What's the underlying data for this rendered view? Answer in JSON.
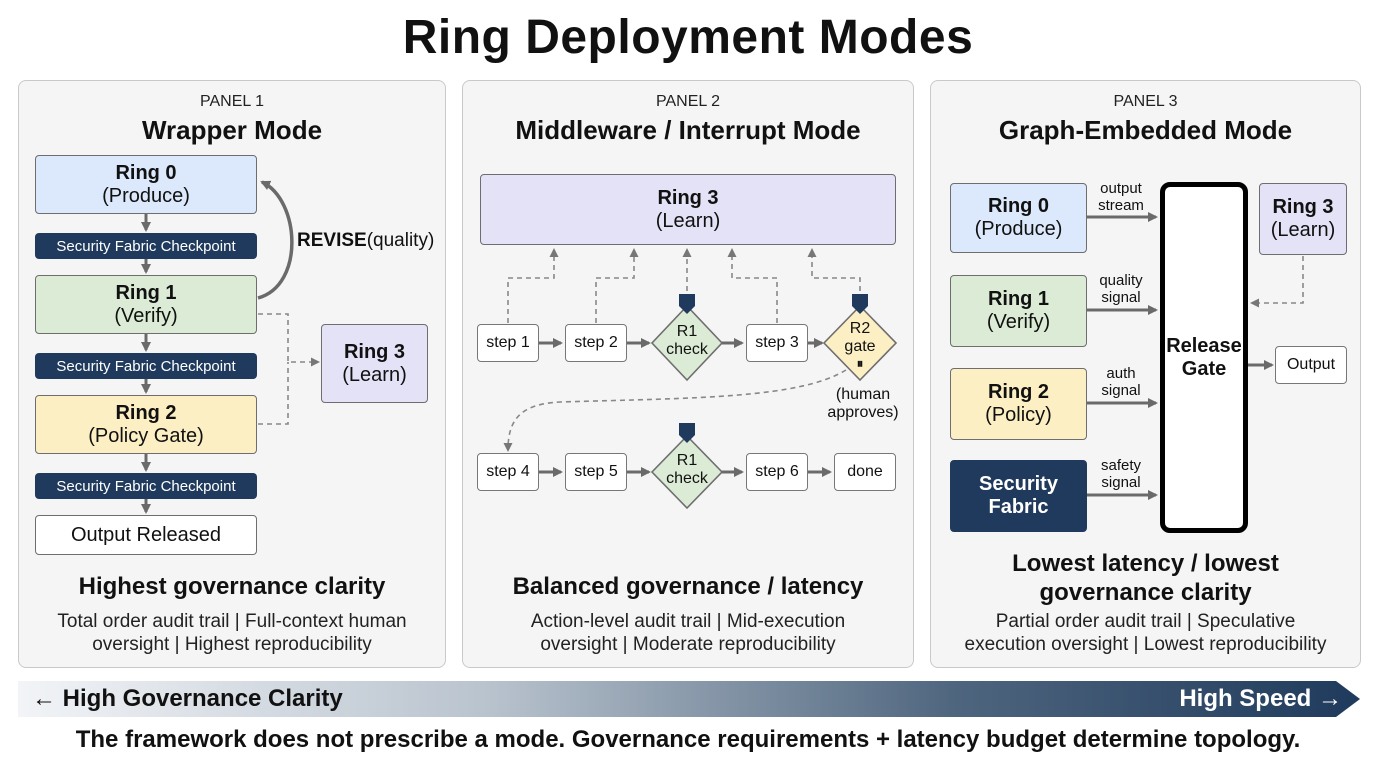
{
  "title": "Ring Deployment Modes",
  "panel1": {
    "number": "PANEL 1",
    "title": "Wrapper Mode",
    "ring0": {
      "name": "Ring 0",
      "role": "(Produce)"
    },
    "ring1": {
      "name": "Ring 1",
      "role": "(Verify)"
    },
    "ring2": {
      "name": "Ring 2",
      "role": "(Policy Gate)"
    },
    "ring3": {
      "name": "Ring 3",
      "role": "(Learn)"
    },
    "checkpoint": "Security Fabric Checkpoint",
    "output": "Output Released",
    "revise": {
      "bold": "REVISE",
      "rest": "(quality)"
    },
    "summary": "Highest governance clarity",
    "detail_line1": "Total order audit trail | Full-context human",
    "detail_line2": "oversight | Highest reproducibility"
  },
  "panel2": {
    "number": "PANEL 2",
    "title": "Middleware / Interrupt Mode",
    "ring3": {
      "name": "Ring 3",
      "role": "(Learn)"
    },
    "steps": {
      "s1": "step 1",
      "s2": "step 2",
      "s3": "step 3",
      "s4": "step 4",
      "s5": "step 5",
      "s6": "step 6",
      "done": "done"
    },
    "r1check": {
      "line1": "R1",
      "line2": "check"
    },
    "r2gate": {
      "line1": "R2",
      "line2": "gate",
      "pause": "⏸"
    },
    "human_note": {
      "line1": "(human",
      "line2": "approves)"
    },
    "summary": "Balanced governance / latency",
    "detail_line1": "Action-level audit trail | Mid-execution",
    "detail_line2": "oversight | Moderate reproducibility"
  },
  "panel3": {
    "number": "PANEL 3",
    "title": "Graph-Embedded Mode",
    "ring0": {
      "name": "Ring 0",
      "role": "(Produce)"
    },
    "ring1": {
      "name": "Ring 1",
      "role": "(Verify)"
    },
    "ring2": {
      "name": "Ring 2",
      "role": "(Policy)"
    },
    "ring3": {
      "name": "Ring 3",
      "role": "(Learn)"
    },
    "security": {
      "line1": "Security",
      "line2": "Fabric"
    },
    "signals": {
      "output_stream": {
        "line1": "output",
        "line2": "stream"
      },
      "quality": {
        "line1": "quality",
        "line2": "signal"
      },
      "auth": {
        "line1": "auth",
        "line2": "signal"
      },
      "safety": {
        "line1": "safety",
        "line2": "signal"
      }
    },
    "release_gate": {
      "line1": "Release",
      "line2": "Gate"
    },
    "output": "Output",
    "summary_line1": "Lowest latency / lowest",
    "summary_line2": "governance clarity",
    "detail_line1": "Partial order audit trail | Speculative",
    "detail_line2": "execution oversight | Lowest reproducibility"
  },
  "spectrum": {
    "left": "← High Governance Clarity",
    "right": "High Speed →"
  },
  "footer": "The framework does not prescribe a mode. Governance requirements + latency budget determine topology.",
  "colors": {
    "navy": "#1f3a5c",
    "produce_blue": "#dce8fb",
    "verify_green": "#dcebd6",
    "policy_yellow": "#fcefc4",
    "learn_lavender": "#e4e2f6"
  }
}
